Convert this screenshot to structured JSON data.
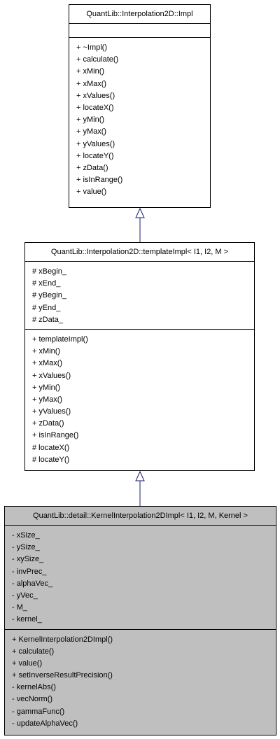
{
  "classes": {
    "impl": {
      "title": "QuantLib::Interpolation2D::Impl",
      "attributes": [],
      "methods": [
        "+ ~Impl()",
        "+ calculate()",
        "+ xMin()",
        "+ xMax()",
        "+ xValues()",
        "+ locateX()",
        "+ yMin()",
        "+ yMax()",
        "+ yValues()",
        "+ locateY()",
        "+ zData()",
        "+ isInRange()",
        "+ value()"
      ]
    },
    "template_impl": {
      "title": "QuantLib::Interpolation2D::templateImpl< I1, I2, M >",
      "attributes": [
        "# xBegin_",
        "# xEnd_",
        "# yBegin_",
        "# yEnd_",
        "# zData_"
      ],
      "methods": [
        "+ templateImpl()",
        "+ xMin()",
        "+ xMax()",
        "+ xValues()",
        "+ yMin()",
        "+ yMax()",
        "+ yValues()",
        "+ zData()",
        "+ isInRange()",
        "# locateX()",
        "# locateY()"
      ]
    },
    "kernel_impl": {
      "title": "QuantLib::detail::KernelInterpolation2DImpl< I1, I2, M, Kernel >",
      "attributes": [
        "- xSize_",
        "- ySize_",
        "- xySize_",
        "- invPrec_",
        "- alphaVec_",
        "- yVec_",
        "- M_",
        "- kernel_"
      ],
      "methods": [
        "+ KernelInterpolation2DImpl()",
        "+ calculate()",
        "+ value()",
        "+ setInverseResultPrecision()",
        "- kernelAbs()",
        "- vecNorm()",
        "- gammaFunc()",
        "- updateAlphaVec()"
      ]
    }
  },
  "colors": {
    "connector": "#191970",
    "highlight_fill": "#bfbfbf",
    "border": "#000000"
  }
}
